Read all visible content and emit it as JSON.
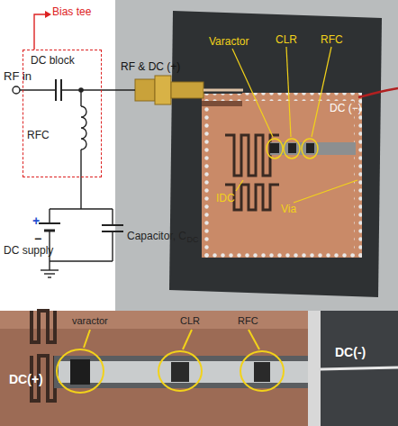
{
  "diagram": {
    "nodes": [
      {
        "text": [
          "Bias tee",
          "DC block",
          "RFC"
        ]
      }
    ],
    "edges": [],
    "labels": [
      "RF in",
      "RF & DC (+)",
      "+",
      "−",
      "DC supply",
      "Capacitor, C",
      "DC",
      "Varactor",
      "CLR",
      "RFC",
      "IDC",
      "Via",
      "DC (−)",
      "varactor",
      "CLR",
      "RFC",
      "DC(+)",
      "DC(-)"
    ]
  }
}
